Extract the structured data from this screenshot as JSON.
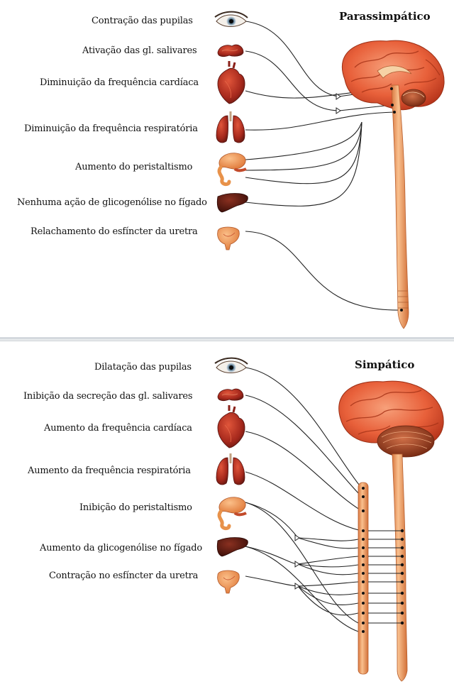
{
  "parasympathetic": {
    "title": "Parassimpático",
    "effects": [
      {
        "label": "Contração das pupilas",
        "organ": "eye-icon"
      },
      {
        "label": "Ativação das gl. salivares",
        "organ": "salivary-gland-icon"
      },
      {
        "label": "Diminuição da frequência cardíaca",
        "organ": "heart-icon"
      },
      {
        "label": "Diminuição da frequência respiratória",
        "organ": "lungs-icon"
      },
      {
        "label": "Aumento do peristaltismo",
        "organ": "stomach-intestine-icon"
      },
      {
        "label": "Nenhuma ação de glicogenólise no fígado",
        "organ": "liver-icon"
      },
      {
        "label": "Relachamento do esfíncter da uretra",
        "organ": "bladder-icon"
      }
    ]
  },
  "sympathetic": {
    "title": "Simpático",
    "effects": [
      {
        "label": "Dilatação das pupilas",
        "organ": "eye-icon"
      },
      {
        "label": "Inibição da secreção das gl. salivares",
        "organ": "salivary-gland-icon"
      },
      {
        "label": "Aumento da frequência cardíaca",
        "organ": "heart-icon"
      },
      {
        "label": "Aumento da frequência respiratória",
        "organ": "lungs-icon"
      },
      {
        "label": "Inibição do peristaltismo",
        "organ": "stomach-intestine-icon"
      },
      {
        "label": "Aumento da glicogenólise no fígado",
        "organ": "liver-icon"
      },
      {
        "label": "Contração no esfíncter da uretra",
        "organ": "bladder-icon"
      }
    ]
  },
  "colors": {
    "brain": "#e8603a",
    "brain_fold": "#c23a1e",
    "spinal_cord": "#f2a06a",
    "spinal_edge": "#c96a3a",
    "organ_red": "#a5281c",
    "organ_dark": "#6b1a12",
    "liver": "#5a1a10",
    "nerve": "#222222",
    "cerebellum": "#b0502c"
  }
}
